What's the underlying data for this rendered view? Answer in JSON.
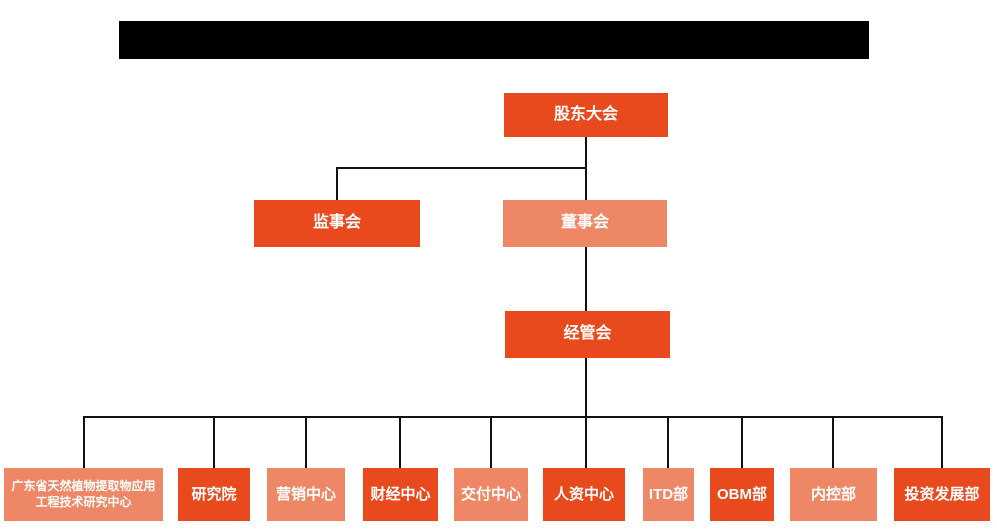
{
  "colors": {
    "primary_orange": "#E8491D",
    "light_orange": "#EE8765",
    "connector_line": "#111111",
    "title_bar": "#000000",
    "node_text": "#FFFFFF",
    "background": "#FFFFFF"
  },
  "org": {
    "type": "org-chart",
    "level1": {
      "label": "股东大会",
      "tone": "dark"
    },
    "level2": [
      {
        "label": "监事会",
        "tone": "dark"
      },
      {
        "label": "董事会",
        "tone": "light"
      }
    ],
    "level3": {
      "label": "经管会",
      "tone": "dark"
    },
    "departments": [
      {
        "label": "广东省天然植物提取物应用工程技术研究中心",
        "tone": "light"
      },
      {
        "label": "研究院",
        "tone": "dark"
      },
      {
        "label": "营销中心",
        "tone": "light"
      },
      {
        "label": "财经中心",
        "tone": "dark"
      },
      {
        "label": "交付中心",
        "tone": "light"
      },
      {
        "label": "人资中心",
        "tone": "dark"
      },
      {
        "label": "ITD部",
        "tone": "light"
      },
      {
        "label": "OBM部",
        "tone": "dark"
      },
      {
        "label": "内控部",
        "tone": "light"
      },
      {
        "label": "投资发展部",
        "tone": "dark"
      }
    ]
  }
}
